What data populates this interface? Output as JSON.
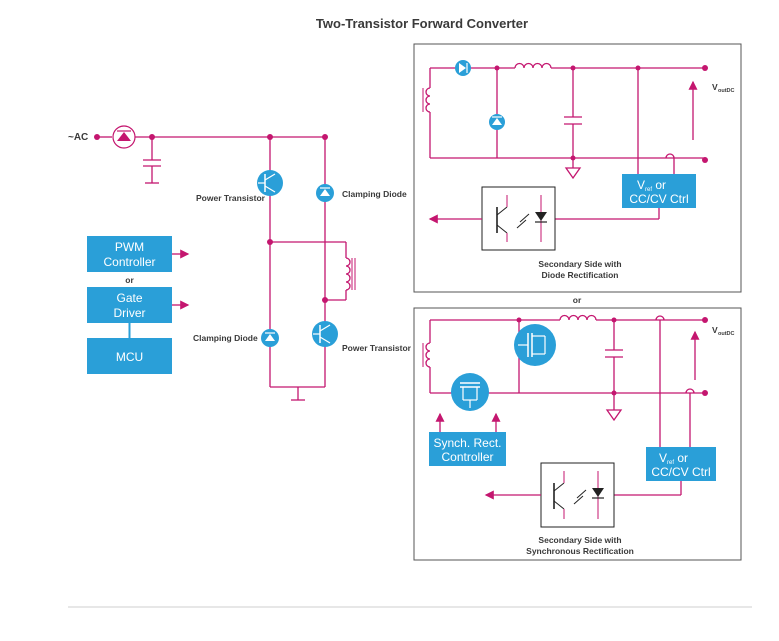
{
  "title": "Two-Transistor Forward Converter",
  "labels": {
    "ac_input": "~AC",
    "power_transistor": "Power Transistor",
    "clamping_diode": "Clamping Diode",
    "or": "or",
    "vout": "V",
    "vout_sub": "outDC",
    "vref": "V",
    "vref_sub": "ref",
    "vref_or": " or",
    "cccv": "CC/CV Ctrl"
  },
  "blocks": {
    "pwm_line1": "PWM",
    "pwm_line2": "Controller",
    "gate_line1": "Gate",
    "gate_line2": "Driver",
    "mcu": "MCU",
    "synch_line1": "Synch. Rect.",
    "synch_line2": "Controller"
  },
  "panels": {
    "diode_caption_line1": "Secondary Side with",
    "diode_caption_line2": "Diode Rectification",
    "sync_caption_line1": "Secondary Side with",
    "sync_caption_line2": "Synchronous Rectification"
  },
  "colors": {
    "wire": "#c4166f",
    "block": "#2a9fd8",
    "panel_border": "#555555",
    "text": "#3a3a3a"
  }
}
